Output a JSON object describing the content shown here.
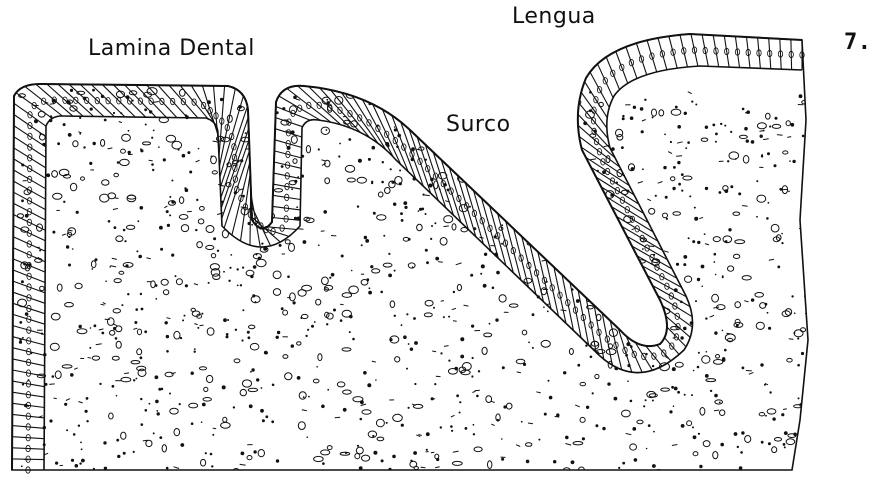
{
  "figure": {
    "number": "7.",
    "labels": {
      "lamina_dental": "Lamina Dental",
      "lengua": "Lengua",
      "surco": "Surco"
    }
  },
  "colors": {
    "ink": "#111111",
    "paper": "#ffffff",
    "epithelium_fill": "#ffffff"
  }
}
